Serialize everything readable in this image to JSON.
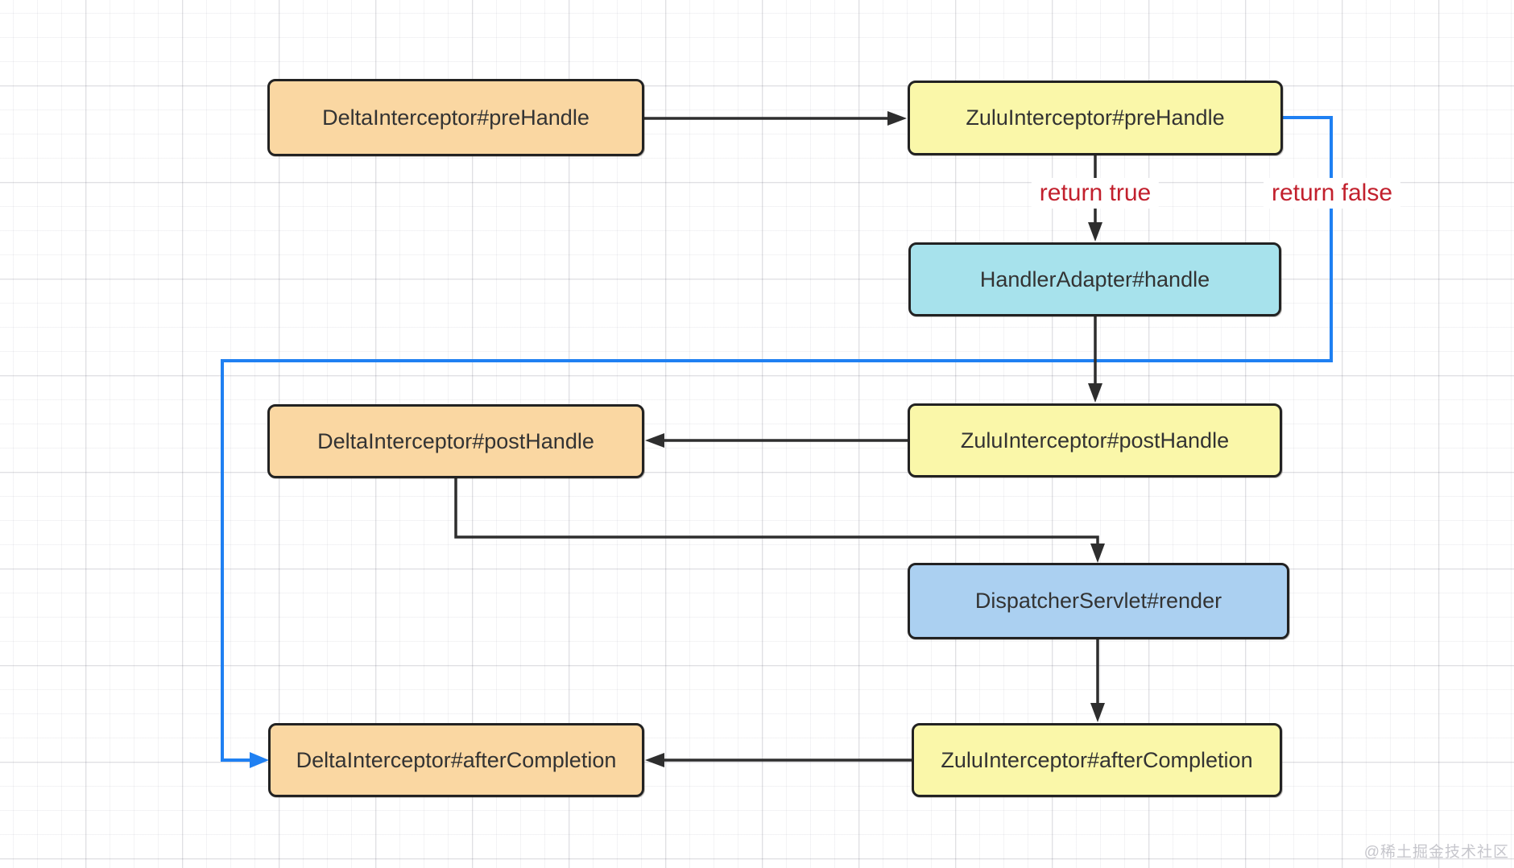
{
  "diagram": {
    "nodes": {
      "delta_prehandle": {
        "label": "DeltaInterceptor#preHandle",
        "fill": "#fad7a2"
      },
      "zulu_prehandle": {
        "label": "ZuluInterceptor#preHandle",
        "fill": "#faf7a9"
      },
      "handler_adapter": {
        "label": "HandlerAdapter#handle",
        "fill": "#a7e2ec"
      },
      "zulu_posthandle": {
        "label": "ZuluInterceptor#postHandle",
        "fill": "#faf7a9"
      },
      "delta_posthandle": {
        "label": "DeltaInterceptor#postHandle",
        "fill": "#fad7a2"
      },
      "dispatcher_render": {
        "label": "DispatcherServlet#render",
        "fill": "#abd0f1"
      },
      "zulu_aftercompletion": {
        "label": "ZuluInterceptor#afterCompletion",
        "fill": "#faf7a9"
      },
      "delta_aftercompletion": {
        "label": "DeltaInterceptor#afterCompletion",
        "fill": "#fad7a2"
      }
    },
    "edge_labels": {
      "return_true": "return true",
      "return_false": "return false"
    },
    "colors": {
      "flow_arrow": "#2e2e2e",
      "bypass_arrow": "#1f80f2",
      "edge_label_text": "#c2202d",
      "node_border": "#222222",
      "node_text": "#333333"
    }
  },
  "watermark": "@稀土掘金技术社区"
}
